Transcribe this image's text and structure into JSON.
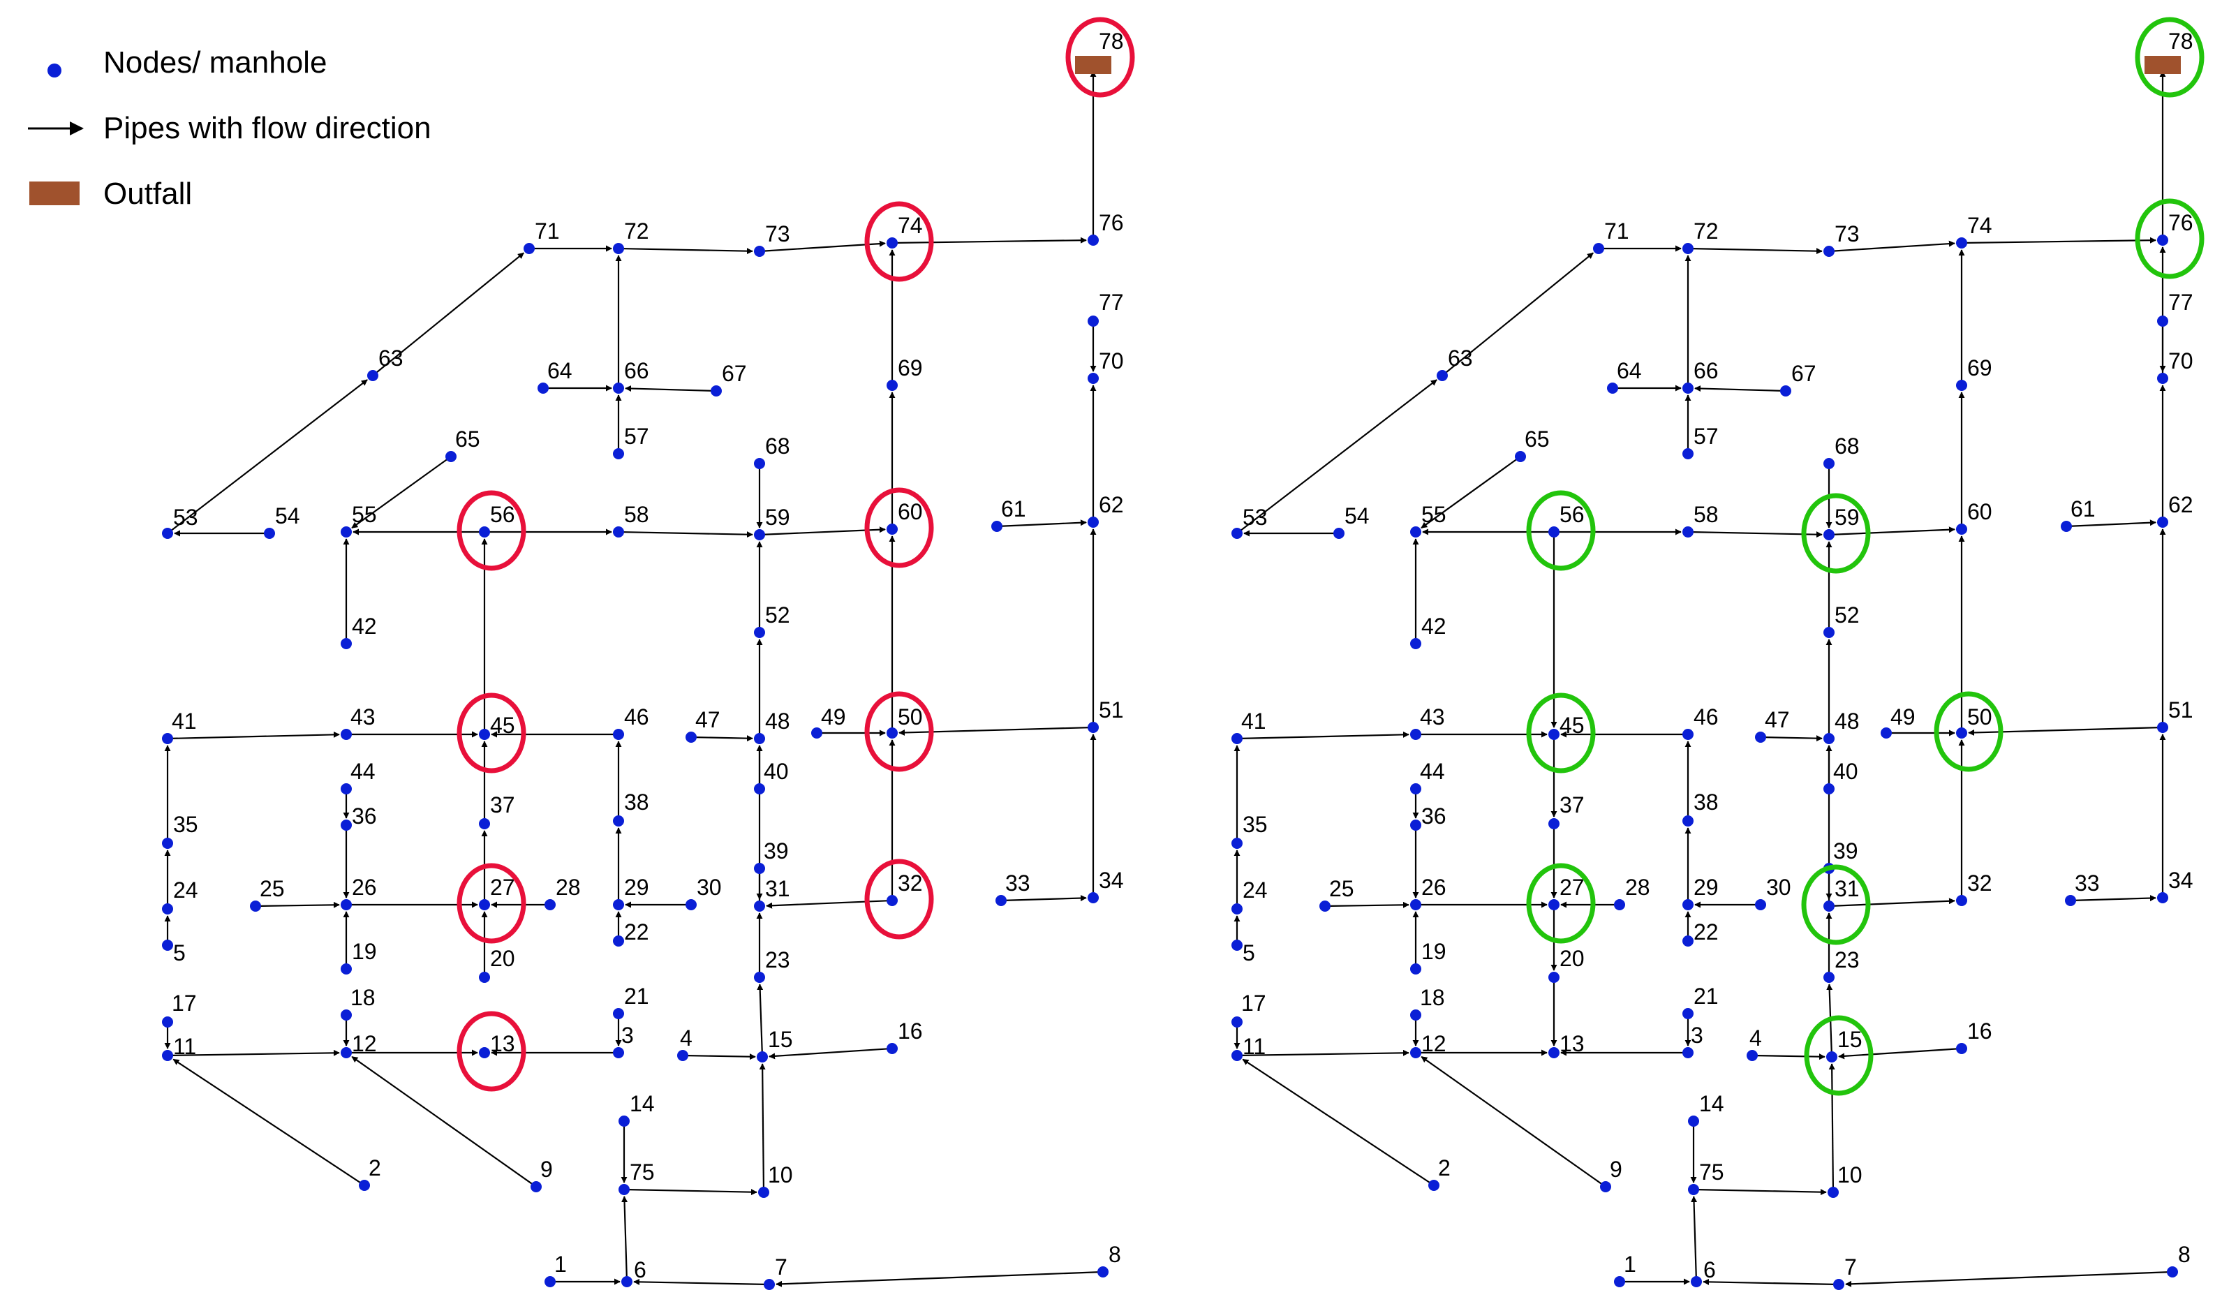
{
  "legend": {
    "items": [
      {
        "id": "node",
        "label": "Nodes/ manhole",
        "color": "#0a1fd6"
      },
      {
        "id": "pipe",
        "label": "Pipes with flow direction",
        "color": "#000000"
      },
      {
        "id": "outfall",
        "label": "Outfall",
        "color": "#a0522d"
      }
    ]
  },
  "colors": {
    "node": "#0a1fd6",
    "pipe": "#000000",
    "outfall": "#a0522d",
    "left_highlight": "#e8103a",
    "right_highlight": "#22c40c"
  },
  "network": {
    "nodes": [
      {
        "id": "1",
        "label": "1"
      },
      {
        "id": "2",
        "label": "2"
      },
      {
        "id": "3",
        "label": "3"
      },
      {
        "id": "4",
        "label": "4"
      },
      {
        "id": "5",
        "label": "5"
      },
      {
        "id": "6",
        "label": "6"
      },
      {
        "id": "7",
        "label": "7"
      },
      {
        "id": "8",
        "label": "8"
      },
      {
        "id": "9",
        "label": "9"
      },
      {
        "id": "10",
        "label": "10"
      },
      {
        "id": "11",
        "label": "11"
      },
      {
        "id": "12",
        "label": "12"
      },
      {
        "id": "13",
        "label": "13"
      },
      {
        "id": "14",
        "label": "14"
      },
      {
        "id": "15",
        "label": "15"
      },
      {
        "id": "16",
        "label": "16"
      },
      {
        "id": "17",
        "label": "17"
      },
      {
        "id": "18",
        "label": "18"
      },
      {
        "id": "19",
        "label": "19"
      },
      {
        "id": "20",
        "label": "20"
      },
      {
        "id": "21",
        "label": "21"
      },
      {
        "id": "22",
        "label": "22"
      },
      {
        "id": "23",
        "label": "23"
      },
      {
        "id": "24",
        "label": "24"
      },
      {
        "id": "25",
        "label": "25"
      },
      {
        "id": "26",
        "label": "26"
      },
      {
        "id": "27",
        "label": "27"
      },
      {
        "id": "28",
        "label": "28"
      },
      {
        "id": "29",
        "label": "29"
      },
      {
        "id": "30",
        "label": "30"
      },
      {
        "id": "31",
        "label": "31"
      },
      {
        "id": "32",
        "label": "32"
      },
      {
        "id": "33",
        "label": "33"
      },
      {
        "id": "34",
        "label": "34"
      },
      {
        "id": "35",
        "label": "35"
      },
      {
        "id": "36",
        "label": "36"
      },
      {
        "id": "37",
        "label": "37"
      },
      {
        "id": "38",
        "label": "38"
      },
      {
        "id": "39",
        "label": "39"
      },
      {
        "id": "40",
        "label": "40"
      },
      {
        "id": "41",
        "label": "41"
      },
      {
        "id": "42",
        "label": "42"
      },
      {
        "id": "43",
        "label": "43"
      },
      {
        "id": "44",
        "label": "44"
      },
      {
        "id": "45",
        "label": "45"
      },
      {
        "id": "46",
        "label": "46"
      },
      {
        "id": "47",
        "label": "47"
      },
      {
        "id": "48",
        "label": "48"
      },
      {
        "id": "49",
        "label": "49"
      },
      {
        "id": "50",
        "label": "50"
      },
      {
        "id": "51",
        "label": "51"
      },
      {
        "id": "52",
        "label": "52"
      },
      {
        "id": "53",
        "label": "53"
      },
      {
        "id": "54",
        "label": "54"
      },
      {
        "id": "55",
        "label": "55"
      },
      {
        "id": "56",
        "label": "56"
      },
      {
        "id": "57",
        "label": "57"
      },
      {
        "id": "58",
        "label": "58"
      },
      {
        "id": "59",
        "label": "59"
      },
      {
        "id": "60",
        "label": "60"
      },
      {
        "id": "61",
        "label": "61"
      },
      {
        "id": "62",
        "label": "62"
      },
      {
        "id": "63",
        "label": "63"
      },
      {
        "id": "64",
        "label": "64"
      },
      {
        "id": "65",
        "label": "65"
      },
      {
        "id": "66",
        "label": "66"
      },
      {
        "id": "67",
        "label": "67"
      },
      {
        "id": "68",
        "label": "68"
      },
      {
        "id": "69",
        "label": "69"
      },
      {
        "id": "70",
        "label": "70"
      },
      {
        "id": "71",
        "label": "71"
      },
      {
        "id": "72",
        "label": "72"
      },
      {
        "id": "73",
        "label": "73"
      },
      {
        "id": "74",
        "label": "74"
      },
      {
        "id": "75",
        "label": "75"
      },
      {
        "id": "76",
        "label": "76"
      },
      {
        "id": "77",
        "label": "77"
      },
      {
        "id": "78",
        "label": "78"
      }
    ],
    "outfall_node": "78"
  },
  "panels": [
    {
      "id": "left",
      "highlight_color": "#e8103a",
      "highlighted_nodes": [
        "78",
        "74",
        "60",
        "56",
        "45",
        "50",
        "27",
        "32",
        "13"
      ],
      "pipes": [
        [
          "8",
          "7"
        ],
        [
          "7",
          "6"
        ],
        [
          "1",
          "6"
        ],
        [
          "6",
          "75"
        ],
        [
          "14",
          "75"
        ],
        [
          "75",
          "10"
        ],
        [
          "10",
          "15"
        ],
        [
          "4",
          "15"
        ],
        [
          "16",
          "15"
        ],
        [
          "15",
          "23"
        ],
        [
          "23",
          "31"
        ],
        [
          "32",
          "31"
        ],
        [
          "39",
          "31"
        ],
        [
          "31",
          "48"
        ],
        [
          "2",
          "11"
        ],
        [
          "17",
          "11"
        ],
        [
          "11",
          "12"
        ],
        [
          "18",
          "12"
        ],
        [
          "9",
          "12"
        ],
        [
          "12",
          "13"
        ],
        [
          "3",
          "13"
        ],
        [
          "21",
          "3"
        ],
        [
          "20",
          "27"
        ],
        [
          "19",
          "26"
        ],
        [
          "5",
          "24"
        ],
        [
          "24",
          "35"
        ],
        [
          "35",
          "41"
        ],
        [
          "25",
          "26"
        ],
        [
          "26",
          "27"
        ],
        [
          "28",
          "27"
        ],
        [
          "30",
          "29"
        ],
        [
          "22",
          "29"
        ],
        [
          "29",
          "38"
        ],
        [
          "38",
          "46"
        ],
        [
          "46",
          "45"
        ],
        [
          "27",
          "37"
        ],
        [
          "37",
          "45"
        ],
        [
          "44",
          "36"
        ],
        [
          "36",
          "26"
        ],
        [
          "41",
          "43"
        ],
        [
          "43",
          "45"
        ],
        [
          "45",
          "56"
        ],
        [
          "47",
          "48"
        ],
        [
          "40",
          "48"
        ],
        [
          "48",
          "52"
        ],
        [
          "52",
          "59"
        ],
        [
          "68",
          "59"
        ],
        [
          "42",
          "55"
        ],
        [
          "65",
          "55"
        ],
        [
          "56",
          "55"
        ],
        [
          "58",
          "59"
        ],
        [
          "56",
          "58"
        ],
        [
          "59",
          "60"
        ],
        [
          "49",
          "50"
        ],
        [
          "51",
          "50"
        ],
        [
          "32",
          "50"
        ],
        [
          "50",
          "60"
        ],
        [
          "34",
          "51"
        ],
        [
          "33",
          "34"
        ],
        [
          "51",
          "62"
        ],
        [
          "61",
          "62"
        ],
        [
          "62",
          "70"
        ],
        [
          "77",
          "70"
        ],
        [
          "54",
          "53"
        ],
        [
          "53",
          "63"
        ],
        [
          "63",
          "71"
        ],
        [
          "71",
          "72"
        ],
        [
          "66",
          "72"
        ],
        [
          "57",
          "66"
        ],
        [
          "64",
          "66"
        ],
        [
          "67",
          "66"
        ],
        [
          "72",
          "73"
        ],
        [
          "73",
          "74"
        ],
        [
          "69",
          "74"
        ],
        [
          "60",
          "69"
        ],
        [
          "74",
          "76"
        ],
        [
          "76",
          "78"
        ]
      ]
    },
    {
      "id": "right",
      "highlight_color": "#22c40c",
      "highlighted_nodes": [
        "78",
        "76",
        "56",
        "59",
        "45",
        "50",
        "27",
        "31",
        "15"
      ],
      "pipes": [
        [
          "8",
          "7"
        ],
        [
          "7",
          "6"
        ],
        [
          "1",
          "6"
        ],
        [
          "6",
          "75"
        ],
        [
          "14",
          "75"
        ],
        [
          "75",
          "10"
        ],
        [
          "10",
          "15"
        ],
        [
          "4",
          "15"
        ],
        [
          "16",
          "15"
        ],
        [
          "15",
          "23"
        ],
        [
          "23",
          "31"
        ],
        [
          "31",
          "32"
        ],
        [
          "39",
          "31"
        ],
        [
          "31",
          "48"
        ],
        [
          "2",
          "11"
        ],
        [
          "17",
          "11"
        ],
        [
          "11",
          "12"
        ],
        [
          "18",
          "12"
        ],
        [
          "9",
          "12"
        ],
        [
          "12",
          "13"
        ],
        [
          "3",
          "13"
        ],
        [
          "21",
          "3"
        ],
        [
          "20",
          "13"
        ],
        [
          "27",
          "20"
        ],
        [
          "19",
          "26"
        ],
        [
          "5",
          "24"
        ],
        [
          "24",
          "35"
        ],
        [
          "35",
          "41"
        ],
        [
          "25",
          "26"
        ],
        [
          "26",
          "27"
        ],
        [
          "28",
          "27"
        ],
        [
          "30",
          "29"
        ],
        [
          "22",
          "29"
        ],
        [
          "29",
          "38"
        ],
        [
          "38",
          "46"
        ],
        [
          "46",
          "45"
        ],
        [
          "37",
          "27"
        ],
        [
          "45",
          "37"
        ],
        [
          "44",
          "36"
        ],
        [
          "36",
          "26"
        ],
        [
          "41",
          "43"
        ],
        [
          "43",
          "45"
        ],
        [
          "56",
          "45"
        ],
        [
          "47",
          "48"
        ],
        [
          "40",
          "48"
        ],
        [
          "48",
          "52"
        ],
        [
          "52",
          "59"
        ],
        [
          "68",
          "59"
        ],
        [
          "42",
          "55"
        ],
        [
          "65",
          "55"
        ],
        [
          "56",
          "55"
        ],
        [
          "58",
          "59"
        ],
        [
          "56",
          "58"
        ],
        [
          "59",
          "60"
        ],
        [
          "49",
          "50"
        ],
        [
          "51",
          "50"
        ],
        [
          "32",
          "50"
        ],
        [
          "50",
          "60"
        ],
        [
          "34",
          "51"
        ],
        [
          "33",
          "34"
        ],
        [
          "51",
          "62"
        ],
        [
          "61",
          "62"
        ],
        [
          "62",
          "70"
        ],
        [
          "77",
          "70"
        ],
        [
          "54",
          "53"
        ],
        [
          "53",
          "63"
        ],
        [
          "63",
          "71"
        ],
        [
          "71",
          "72"
        ],
        [
          "66",
          "72"
        ],
        [
          "57",
          "66"
        ],
        [
          "64",
          "66"
        ],
        [
          "67",
          "66"
        ],
        [
          "72",
          "73"
        ],
        [
          "73",
          "74"
        ],
        [
          "60",
          "69"
        ],
        [
          "69",
          "74"
        ],
        [
          "74",
          "76"
        ],
        [
          "70",
          "76"
        ],
        [
          "76",
          "78"
        ]
      ]
    }
  ]
}
